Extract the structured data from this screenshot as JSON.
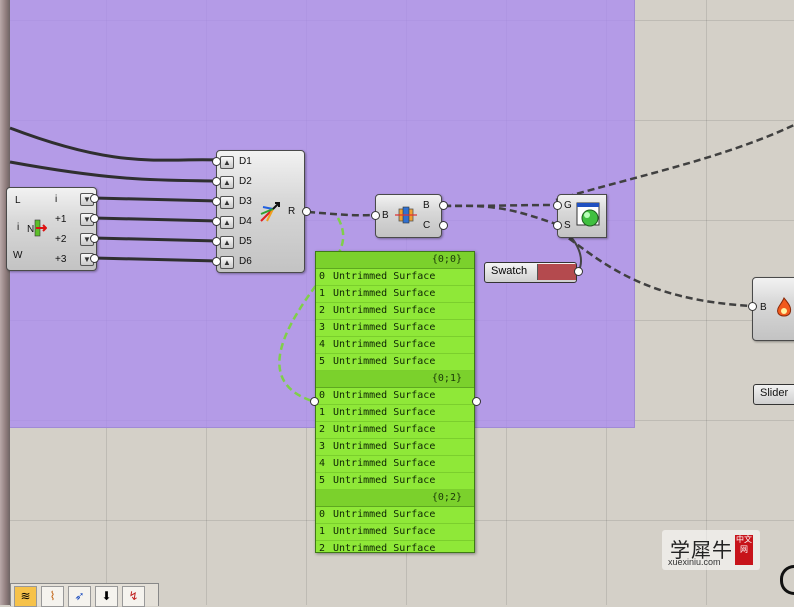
{
  "colors": {
    "canvas": "#d4d0c8",
    "group": "#aa8cf0",
    "panel_bg": "#8fe838",
    "swatch_color": "#b44a4e"
  },
  "list_item": {
    "inputs": [
      "L",
      "i",
      "W"
    ],
    "outputs": [
      "i",
      "+1",
      "+2",
      "+3"
    ],
    "icon": "list-item-icon"
  },
  "merge": {
    "inputs": [
      "D1",
      "D2",
      "D3",
      "D4",
      "D5",
      "D6"
    ],
    "output": "R",
    "icon": "merge-icon"
  },
  "brep_edges": {
    "input": "B",
    "outputs": [
      "B",
      "C"
    ],
    "icon": "brep-component-icon"
  },
  "preview": {
    "inputs": [
      "G",
      "S"
    ],
    "icon": "custom-preview-icon"
  },
  "swatch": {
    "label": "Swatch"
  },
  "right_component": {
    "input": "B",
    "icon": "fire-icon"
  },
  "slider": {
    "label": "Slider"
  },
  "panel": {
    "branches": [
      {
        "path": "{0;0}",
        "items": [
          "Untrimmed Surface",
          "Untrimmed Surface",
          "Untrimmed Surface",
          "Untrimmed Surface",
          "Untrimmed Surface",
          "Untrimmed Surface"
        ]
      },
      {
        "path": "{0;1}",
        "items": [
          "Untrimmed Surface",
          "Untrimmed Surface",
          "Untrimmed Surface",
          "Untrimmed Surface",
          "Untrimmed Surface",
          "Untrimmed Surface"
        ]
      },
      {
        "path": "{0;2}",
        "items": [
          "Untrimmed Surface",
          "Untrimmed Surface",
          "Untrimmed Surface"
        ]
      }
    ]
  },
  "watermark": {
    "main": "学犀牛",
    "sub": "xuexiniu.com",
    "badge": "中文网"
  },
  "toolbar": {
    "icons": [
      "field-icon",
      "wave-icon",
      "merge-icon",
      "download-icon",
      "graph-icon"
    ]
  }
}
